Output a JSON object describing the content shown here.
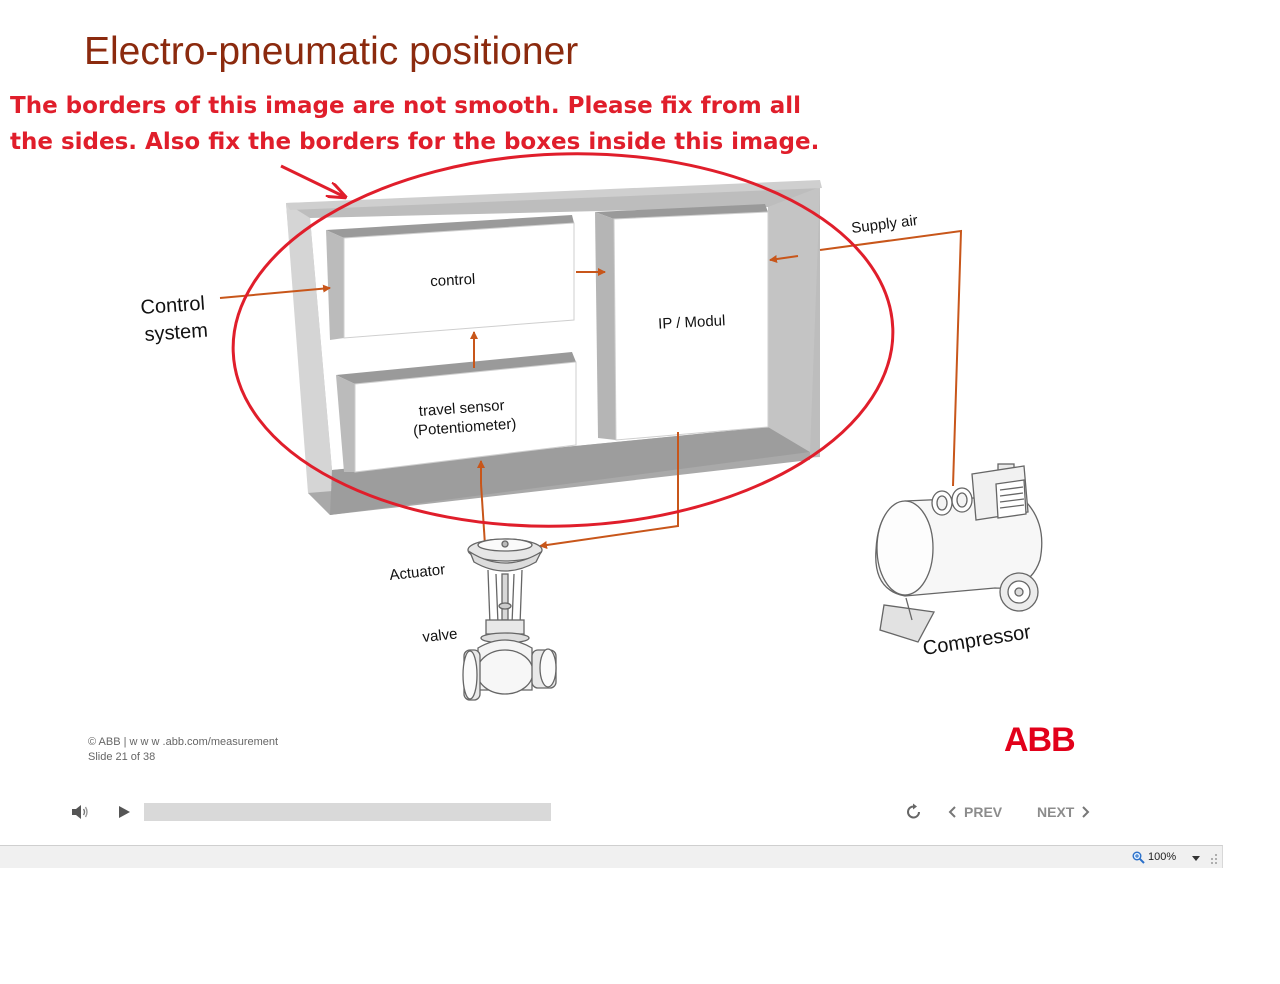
{
  "slide": {
    "title": "Electro-pneumatic positioner",
    "annotation": "The borders of this image are not smooth. Please fix from all the sides. Also fix the borders for the boxes inside this image."
  },
  "diagram": {
    "control_box": "control",
    "ip_module": "IP / Modul",
    "travel_sensor_line1": "travel sensor",
    "travel_sensor_line2": "(Potentiometer)",
    "control_system_line1": "Control",
    "control_system_line2": "system",
    "supply_air": "Supply air",
    "actuator": "Actuator",
    "valve": "valve",
    "compressor": "Compressor"
  },
  "footer": {
    "copyright": "© ABB | w w w .abb.com/measurement",
    "slide_counter": "Slide 21 of 38",
    "logo": "ABB"
  },
  "player": {
    "prev_label": "PREV",
    "next_label": "NEXT",
    "progress": 0
  },
  "statusbar": {
    "zoom": "100%"
  },
  "colors": {
    "title": "#8b2a0e",
    "annotation": "#e01e2b",
    "arrow": "#c8561a",
    "logo": "#e2001a"
  },
  "icons": [
    "volume-icon",
    "play-icon",
    "replay-icon",
    "chevron-left-icon",
    "chevron-right-icon",
    "zoom-icon",
    "chevron-down-icon"
  ]
}
